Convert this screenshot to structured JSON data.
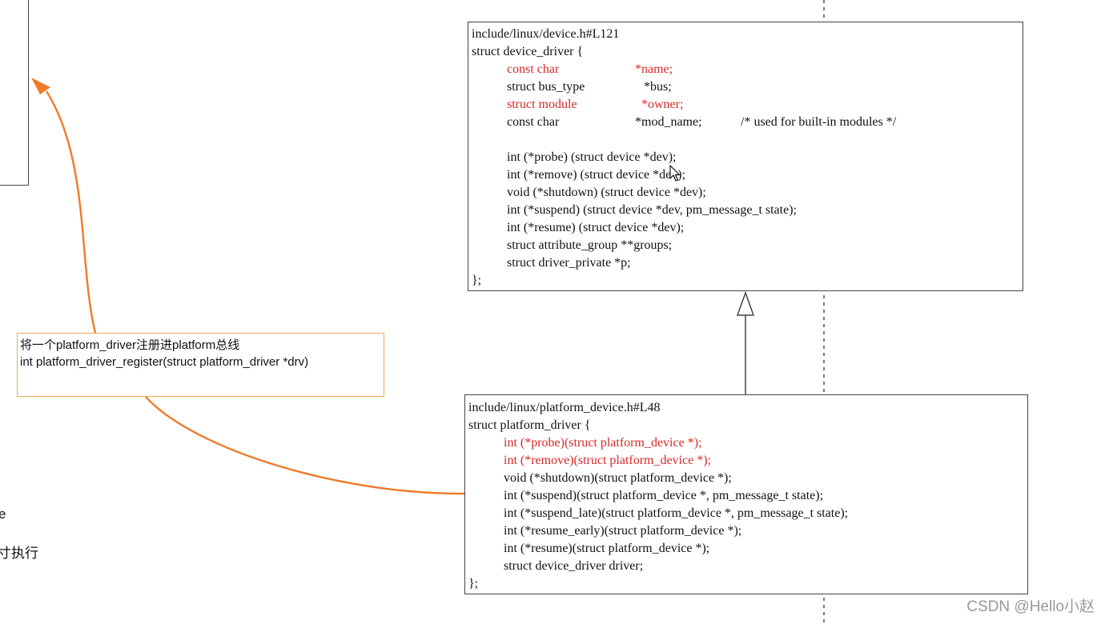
{
  "device_driver_box": {
    "lines": [
      {
        "segments": [
          {
            "text": "include/linux/device.h#L121",
            "indent": 0
          }
        ]
      },
      {
        "segments": [
          {
            "text": "struct device_driver {",
            "indent": 0
          }
        ]
      },
      {
        "segments": [
          {
            "text": "const char",
            "indent": 1,
            "red": true
          },
          {
            "text": "*name;",
            "indent": 2,
            "red": true
          }
        ]
      },
      {
        "segments": [
          {
            "text": "struct bus_type",
            "indent": 1
          },
          {
            "text": "*bus;",
            "indent": 3
          }
        ]
      },
      {
        "segments": [
          {
            "text": "struct module",
            "indent": 1,
            "red": true
          },
          {
            "text": "*owner;",
            "indent": 4,
            "red": true
          }
        ]
      },
      {
        "segments": [
          {
            "text": "const char",
            "indent": 1
          },
          {
            "text": "*mod_name;",
            "indent": 2
          },
          {
            "text": "/* used for built-in modules */",
            "indent": 5
          }
        ]
      },
      {
        "segments": [
          {
            "text": "",
            "indent": 0
          }
        ]
      },
      {
        "segments": [
          {
            "text": "int (*probe) (struct device *dev);",
            "indent": 1
          }
        ]
      },
      {
        "segments": [
          {
            "text": "int (*remove) (struct device *dev);",
            "indent": 1
          }
        ]
      },
      {
        "segments": [
          {
            "text": "void (*shutdown) (struct device *dev);",
            "indent": 1
          }
        ]
      },
      {
        "segments": [
          {
            "text": "int (*suspend) (struct device *dev, pm_message_t state);",
            "indent": 1
          }
        ]
      },
      {
        "segments": [
          {
            "text": "int (*resume) (struct device *dev);",
            "indent": 1
          }
        ]
      },
      {
        "segments": [
          {
            "text": "struct attribute_group **groups;",
            "indent": 1
          }
        ]
      },
      {
        "segments": [
          {
            "text": "struct driver_private *p;",
            "indent": 1
          }
        ]
      },
      {
        "segments": [
          {
            "text": "};",
            "indent": 0
          }
        ]
      }
    ]
  },
  "platform_driver_box": {
    "lines": [
      {
        "segments": [
          {
            "text": "include/linux/platform_device.h#L48",
            "indent": 0
          }
        ]
      },
      {
        "segments": [
          {
            "text": "struct platform_driver {",
            "indent": 0
          }
        ]
      },
      {
        "segments": [
          {
            "text": "int (*probe)(struct platform_device *);",
            "indent": 1,
            "red": true
          }
        ]
      },
      {
        "segments": [
          {
            "text": "int (*remove)(struct platform_device *);",
            "indent": 1,
            "red": true
          }
        ]
      },
      {
        "segments": [
          {
            "text": "void (*shutdown)(struct platform_device *);",
            "indent": 1
          }
        ]
      },
      {
        "segments": [
          {
            "text": "int (*suspend)(struct platform_device *, pm_message_t state);",
            "indent": 1
          }
        ]
      },
      {
        "segments": [
          {
            "text": "int (*suspend_late)(struct platform_device *, pm_message_t state);",
            "indent": 1
          }
        ]
      },
      {
        "segments": [
          {
            "text": "int (*resume_early)(struct platform_device *);",
            "indent": 1
          }
        ]
      },
      {
        "segments": [
          {
            "text": "int (*resume)(struct platform_device *);",
            "indent": 1
          }
        ]
      },
      {
        "segments": [
          {
            "text": "struct device_driver driver;",
            "indent": 1
          }
        ]
      },
      {
        "segments": [
          {
            "text": "};",
            "indent": 0
          }
        ]
      }
    ]
  },
  "note": {
    "line1": "将一个platform_driver注册进platform总线",
    "line2": "int platform_driver_register(struct platform_driver *drv)"
  },
  "left_fragments": {
    "frag1": "e",
    "frag2": "寸执行"
  },
  "watermark": "CSDN @Hello小赵",
  "colors": {
    "highlight_red": "#d42a2a",
    "arrow_orange": "#f07a2a",
    "note_border": "#f0a955",
    "box_border": "#444444"
  },
  "icons": [
    "mouse-cursor-icon",
    "inheritance-arrow-icon"
  ]
}
